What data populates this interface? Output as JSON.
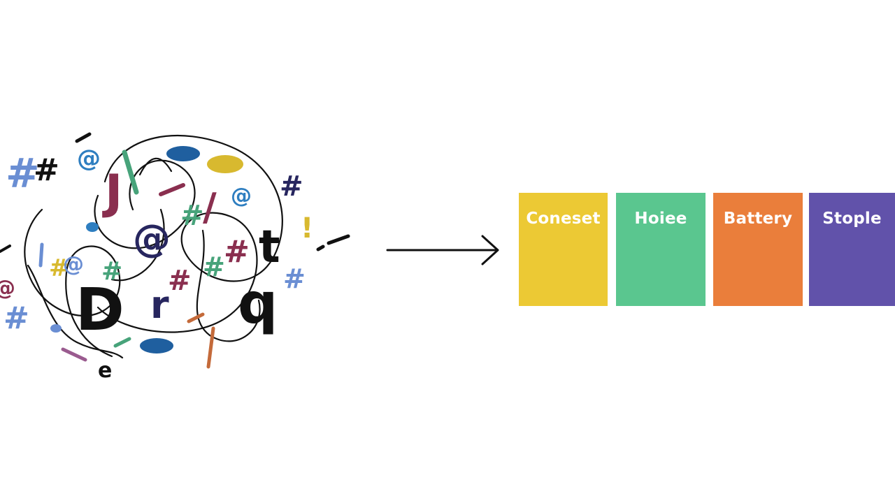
{
  "categories": [
    {
      "label": "Coneset",
      "color": "#ecc934"
    },
    {
      "label": "Hoiee",
      "color": "#5ac68f"
    },
    {
      "label": "Battery",
      "color": "#ea7e3b"
    },
    {
      "label": "Stople",
      "color": "#6152aa"
    }
  ],
  "colors": {
    "ink": "#111111",
    "chaos_palette": [
      "#111111",
      "#27265f",
      "#8a2f4f",
      "#2e7ec0",
      "#6a8ed3",
      "#47a37a",
      "#d8b92f",
      "#c46a3a",
      "#9a5b8f"
    ]
  },
  "icons": [
    "hash-symbol",
    "at-symbol",
    "squiggle-stroke",
    "arrow-right-icon"
  ]
}
